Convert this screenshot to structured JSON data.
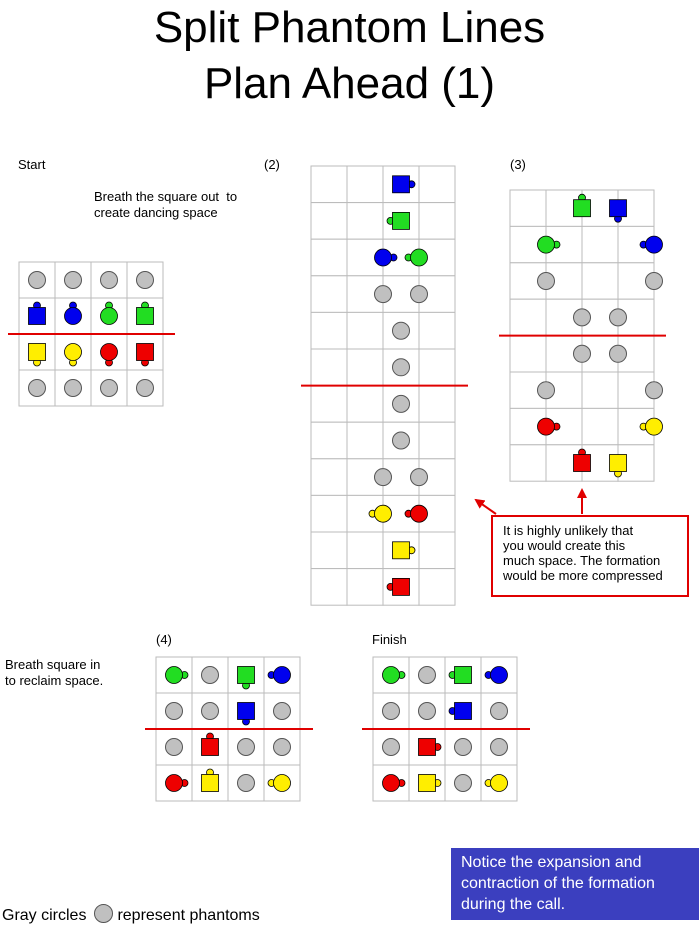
{
  "title": {
    "line1": "Split Phantom Lines",
    "line2": "Plan Ahead (1)"
  },
  "labels": {
    "start": "Start",
    "step2": "(2)",
    "step3": "(3)",
    "step4": "(4)",
    "finish": "Finish",
    "breath_out": "Breath the square out  to\ncreate dancing space",
    "breath_in": "Breath square in\nto reclaim space."
  },
  "callout": "It is highly unlikely that\nyou would create this\nmuch space. The formation\nwould be more compressed",
  "notice": "Notice the expansion and\ncontraction of the formation\nduring the call.",
  "legend": {
    "prefix": "Gray circles",
    "suffix": "represent phantoms"
  },
  "colors": {
    "blue": "#0000ee",
    "green": "#22dd22",
    "yellow": "#ffee00",
    "red": "#ee0000",
    "phantom": "#c0c0c0",
    "grid": "#bbbbbb",
    "line": "#e00000",
    "notice_bg": "#3b3fbf"
  },
  "formations": {
    "start": {
      "cols": 4,
      "rows": 4,
      "lines": [
        2
      ],
      "dancers": [
        {
          "c": 0,
          "r": 0,
          "type": "phantom"
        },
        {
          "c": 1,
          "r": 0,
          "type": "phantom"
        },
        {
          "c": 2,
          "r": 0,
          "type": "phantom"
        },
        {
          "c": 3,
          "r": 0,
          "type": "phantom"
        },
        {
          "c": 0,
          "r": 1,
          "type": "square",
          "color": "blue",
          "facing": "up"
        },
        {
          "c": 1,
          "r": 1,
          "type": "circle",
          "color": "blue",
          "facing": "up"
        },
        {
          "c": 2,
          "r": 1,
          "type": "circle",
          "color": "green",
          "facing": "up"
        },
        {
          "c": 3,
          "r": 1,
          "type": "square",
          "color": "green",
          "facing": "up"
        },
        {
          "c": 0,
          "r": 2,
          "type": "square",
          "color": "yellow",
          "facing": "down"
        },
        {
          "c": 1,
          "r": 2,
          "type": "circle",
          "color": "yellow",
          "facing": "down"
        },
        {
          "c": 2,
          "r": 2,
          "type": "circle",
          "color": "red",
          "facing": "down"
        },
        {
          "c": 3,
          "r": 2,
          "type": "square",
          "color": "red",
          "facing": "down"
        },
        {
          "c": 0,
          "r": 3,
          "type": "phantom"
        },
        {
          "c": 1,
          "r": 3,
          "type": "phantom"
        },
        {
          "c": 2,
          "r": 3,
          "type": "phantom"
        },
        {
          "c": 3,
          "r": 3,
          "type": "phantom"
        }
      ]
    },
    "step2": {
      "cols": 4,
      "rows": 12,
      "lines": [
        6
      ],
      "dancers": [
        {
          "c": 2,
          "r": 0,
          "type": "square",
          "color": "blue",
          "facing": "right"
        },
        {
          "c": 2,
          "r": 1,
          "type": "square",
          "color": "green",
          "facing": "left"
        },
        {
          "c": 1.5,
          "r": 2,
          "type": "circle",
          "color": "blue",
          "facing": "right"
        },
        {
          "c": 2.5,
          "r": 2,
          "type": "circle",
          "color": "green",
          "facing": "left"
        },
        {
          "c": 1.5,
          "r": 3,
          "type": "phantom"
        },
        {
          "c": 2.5,
          "r": 3,
          "type": "phantom"
        },
        {
          "c": 2,
          "r": 4,
          "type": "phantom"
        },
        {
          "c": 2,
          "r": 5,
          "type": "phantom"
        },
        {
          "c": 2,
          "r": 6,
          "type": "phantom"
        },
        {
          "c": 2,
          "r": 7,
          "type": "phantom"
        },
        {
          "c": 1.5,
          "r": 8,
          "type": "phantom"
        },
        {
          "c": 2.5,
          "r": 8,
          "type": "phantom"
        },
        {
          "c": 1.5,
          "r": 9,
          "type": "circle",
          "color": "yellow",
          "facing": "left"
        },
        {
          "c": 2.5,
          "r": 9,
          "type": "circle",
          "color": "red",
          "facing": "left"
        },
        {
          "c": 2,
          "r": 10,
          "type": "square",
          "color": "yellow",
          "facing": "right"
        },
        {
          "c": 2,
          "r": 11,
          "type": "square",
          "color": "red",
          "facing": "left"
        }
      ]
    },
    "step3": {
      "cols": 4,
      "rows": 8,
      "lines": [
        4
      ],
      "dancers": [
        {
          "c": 1.5,
          "r": 0,
          "type": "square",
          "color": "green",
          "facing": "up"
        },
        {
          "c": 2.5,
          "r": 0,
          "type": "square",
          "color": "blue",
          "facing": "down"
        },
        {
          "c": 0.5,
          "r": 1,
          "type": "circle",
          "color": "green",
          "facing": "right"
        },
        {
          "c": 3.5,
          "r": 1,
          "type": "circle",
          "color": "blue",
          "facing": "left"
        },
        {
          "c": 0.5,
          "r": 2,
          "type": "phantom"
        },
        {
          "c": 3.5,
          "r": 2,
          "type": "phantom"
        },
        {
          "c": 1.5,
          "r": 3,
          "type": "phantom"
        },
        {
          "c": 2.5,
          "r": 3,
          "type": "phantom"
        },
        {
          "c": 1.5,
          "r": 4,
          "type": "phantom"
        },
        {
          "c": 2.5,
          "r": 4,
          "type": "phantom"
        },
        {
          "c": 0.5,
          "r": 5,
          "type": "phantom"
        },
        {
          "c": 3.5,
          "r": 5,
          "type": "phantom"
        },
        {
          "c": 0.5,
          "r": 6,
          "type": "circle",
          "color": "red",
          "facing": "right"
        },
        {
          "c": 3.5,
          "r": 6,
          "type": "circle",
          "color": "yellow",
          "facing": "left"
        },
        {
          "c": 1.5,
          "r": 7,
          "type": "square",
          "color": "red",
          "facing": "up"
        },
        {
          "c": 2.5,
          "r": 7,
          "type": "square",
          "color": "yellow",
          "facing": "down"
        }
      ]
    },
    "step4": {
      "cols": 4,
      "rows": 4,
      "lines": [
        2
      ],
      "dancers": [
        {
          "c": 0,
          "r": 0,
          "type": "circle",
          "color": "green",
          "facing": "right"
        },
        {
          "c": 1,
          "r": 0,
          "type": "phantom"
        },
        {
          "c": 2,
          "r": 0,
          "type": "square",
          "color": "green",
          "facing": "down"
        },
        {
          "c": 3,
          "r": 0,
          "type": "circle",
          "color": "blue",
          "facing": "left"
        },
        {
          "c": 0,
          "r": 1,
          "type": "phantom"
        },
        {
          "c": 1,
          "r": 1,
          "type": "phantom"
        },
        {
          "c": 2,
          "r": 1,
          "type": "square",
          "color": "blue",
          "facing": "down"
        },
        {
          "c": 3,
          "r": 1,
          "type": "phantom"
        },
        {
          "c": 0,
          "r": 2,
          "type": "phantom"
        },
        {
          "c": 1,
          "r": 2,
          "type": "square",
          "color": "red",
          "facing": "up"
        },
        {
          "c": 2,
          "r": 2,
          "type": "phantom"
        },
        {
          "c": 3,
          "r": 2,
          "type": "phantom"
        },
        {
          "c": 0,
          "r": 3,
          "type": "circle",
          "color": "red",
          "facing": "right"
        },
        {
          "c": 1,
          "r": 3,
          "type": "square",
          "color": "yellow",
          "facing": "up"
        },
        {
          "c": 2,
          "r": 3,
          "type": "phantom"
        },
        {
          "c": 3,
          "r": 3,
          "type": "circle",
          "color": "yellow",
          "facing": "left"
        }
      ]
    },
    "finish": {
      "cols": 4,
      "rows": 4,
      "lines": [
        2
      ],
      "dancers": [
        {
          "c": 0,
          "r": 0,
          "type": "circle",
          "color": "green",
          "facing": "right"
        },
        {
          "c": 1,
          "r": 0,
          "type": "phantom"
        },
        {
          "c": 2,
          "r": 0,
          "type": "square",
          "color": "green",
          "facing": "left"
        },
        {
          "c": 3,
          "r": 0,
          "type": "circle",
          "color": "blue",
          "facing": "left"
        },
        {
          "c": 0,
          "r": 1,
          "type": "phantom"
        },
        {
          "c": 1,
          "r": 1,
          "type": "phantom"
        },
        {
          "c": 2,
          "r": 1,
          "type": "square",
          "color": "blue",
          "facing": "left"
        },
        {
          "c": 3,
          "r": 1,
          "type": "phantom"
        },
        {
          "c": 0,
          "r": 2,
          "type": "phantom"
        },
        {
          "c": 1,
          "r": 2,
          "type": "square",
          "color": "red",
          "facing": "right"
        },
        {
          "c": 2,
          "r": 2,
          "type": "phantom"
        },
        {
          "c": 3,
          "r": 2,
          "type": "phantom"
        },
        {
          "c": 0,
          "r": 3,
          "type": "circle",
          "color": "red",
          "facing": "right"
        },
        {
          "c": 1,
          "r": 3,
          "type": "square",
          "color": "yellow",
          "facing": "right"
        },
        {
          "c": 2,
          "r": 3,
          "type": "phantom"
        },
        {
          "c": 3,
          "r": 3,
          "type": "circle",
          "color": "yellow",
          "facing": "left"
        }
      ]
    }
  }
}
